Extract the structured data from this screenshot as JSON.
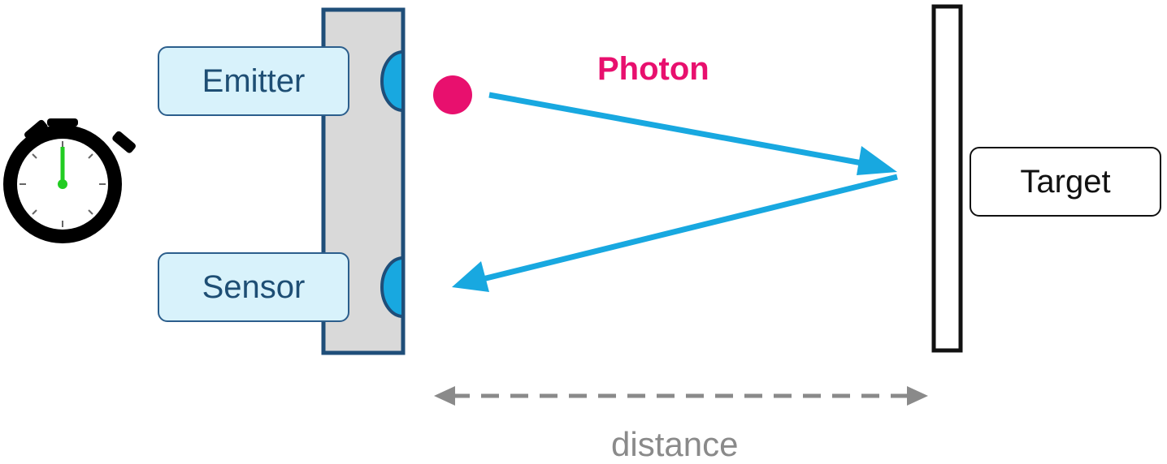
{
  "labels": {
    "emitter": "Emitter",
    "sensor": "Sensor",
    "target": "Target",
    "photon": "Photon",
    "distance": "distance"
  },
  "colors": {
    "beam": "#18a8e0",
    "photon": "#e8106e",
    "panel_fill": "#d9d9d9",
    "panel_border": "#1f4e79",
    "box_fill": "#d8f2fb",
    "dashed_arrow": "#8a8a8a",
    "clock_hand": "#22cc22"
  },
  "icons": {
    "stopwatch": "stopwatch-icon"
  }
}
